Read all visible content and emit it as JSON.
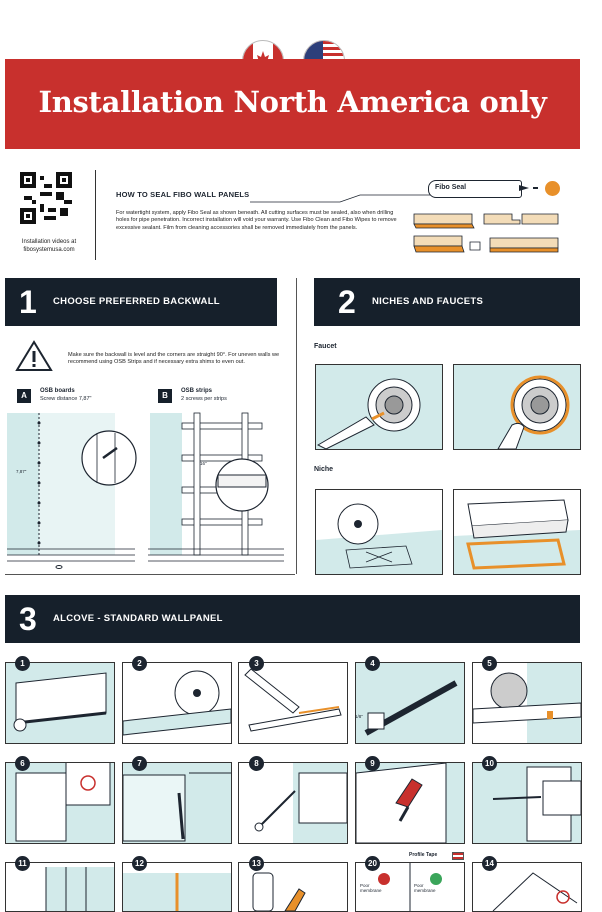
{
  "banner": {
    "title": "Installation North America only"
  },
  "intro": {
    "qr_caption": "Installation videos at fibosystemusa.com",
    "heading": "HOW TO SEAL FIBO WALL PANELS",
    "body": "For watertight system, apply Fibo Seal as shown beneath. All cutting surfaces must be sealed, also when drilling holes for pipe penetration. Incorrect installation will void your warranty. Use Fibo Clean and Fibo Wipes to remove excessive sealant. Film from cleaning accessories shall be removed immediately from the panels.",
    "seal_label": "Fibo Seal"
  },
  "sections": {
    "s1": {
      "number": "1",
      "title": "CHOOSE PREFERRED BACKWALL"
    },
    "s2": {
      "number": "2",
      "title": "NICHES AND FAUCETS"
    },
    "s3": {
      "number": "3",
      "title": "ALCOVE - STANDARD WALLPANEL"
    }
  },
  "backwall": {
    "warning": "Make sure the backwall is level and the corners are straight 90°. For uneven walls we recommend using OSB Strips and if necessary extra shims to even out.",
    "a_tag": "A",
    "a_title": "OSB boards",
    "a_sub": "Screw distance 7,87\"",
    "a_dim": "7,87\"",
    "b_tag": "B",
    "b_title": "OSB strips",
    "b_sub": "2 screws per strips",
    "b_dim": "16\""
  },
  "niches": {
    "faucet_label": "Faucet",
    "niche_label": "Niche"
  },
  "steps": {
    "labels": [
      "1",
      "2",
      "3",
      "4",
      "5",
      "6",
      "7",
      "8",
      "9",
      "10",
      "11",
      "12",
      "13",
      "20",
      "14"
    ],
    "profile_tape": "Profile Tape",
    "poor_membrane_1": "Poor membrane",
    "poor_membrane_2": "Poor membrane",
    "dim_step4": "1/8\""
  },
  "colors": {
    "banner": "#c8302d",
    "header": "#16202b",
    "accent_orange": "#e8902a",
    "teal": "#d2eaea"
  }
}
